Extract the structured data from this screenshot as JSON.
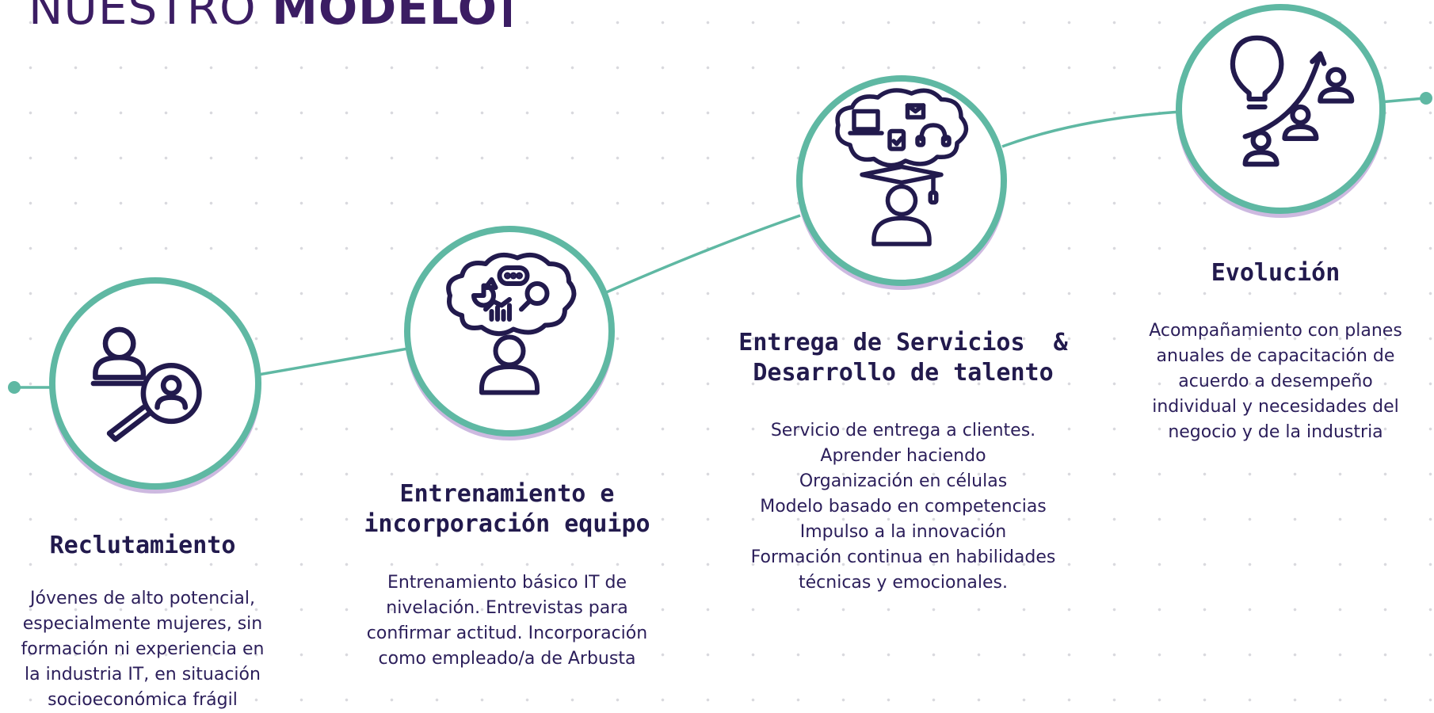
{
  "header": {
    "title_light": "NUESTRO",
    "title_bold": "MODELO"
  },
  "colors": {
    "accent_teal": "#5fb8a3",
    "ink_purple": "#3b1d63",
    "text_navy": "#221a4d",
    "shadow_lilac": "#cdb9e0"
  },
  "steps": [
    {
      "icon": "recruitment-search-icon",
      "title_lines": [
        "Reclutamiento"
      ],
      "description_lines": [
        "Jóvenes de alto potencial,",
        "especialmente mujeres, sin",
        "formación ni experiencia en",
        "la industria IT, en situación",
        "socioeconómica frágil"
      ]
    },
    {
      "icon": "training-thought-icon",
      "title_lines": [
        "Entrenamiento e",
        "incorporación equipo"
      ],
      "description_lines": [
        "Entrenamiento básico IT de",
        "nivelación. Entrevistas para",
        "confirmar actitud. Incorporación",
        "como empleado/a de Arbusta"
      ]
    },
    {
      "icon": "service-graduate-icon",
      "title_lines": [
        "Entrega de Servicios  &",
        "Desarrollo de talento"
      ],
      "description_lines": [
        "Servicio de entrega a clientes.",
        "Aprender haciendo",
        "Organización en células",
        "Modelo basado en competencias",
        "Impulso a la innovación",
        "Formación continua en habilidades",
        "técnicas y emocionales."
      ]
    },
    {
      "icon": "evolution-growth-icon",
      "title_lines": [
        "Evolución"
      ],
      "description_lines": [
        "Acompañamiento con planes",
        "anuales de capacitación de",
        "acuerdo a desempeño",
        "individual y necesidades del",
        "negocio y de la industria"
      ]
    }
  ]
}
